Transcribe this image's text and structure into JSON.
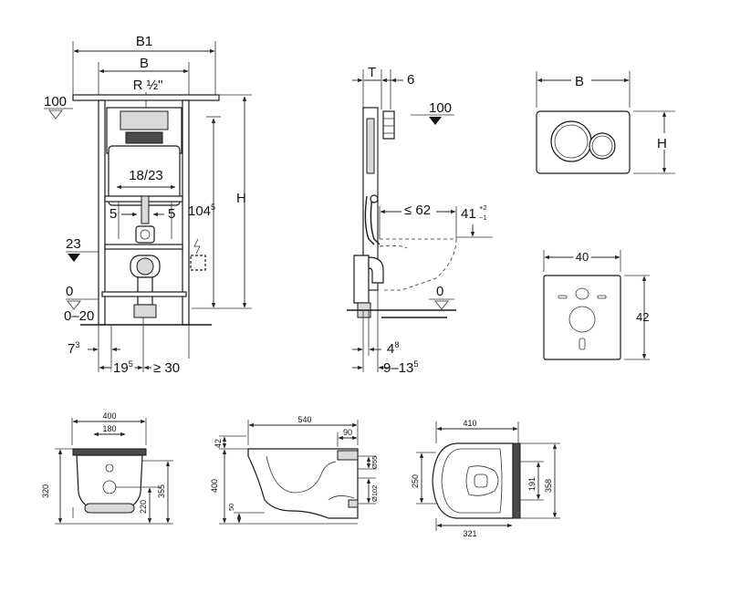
{
  "front_view": {
    "b1": "B1",
    "b": "B",
    "thread": "R ½\"",
    "level_top": "100",
    "level_23": "23",
    "level_0": "0",
    "range_0_20": "0–20",
    "spacing": "18/23",
    "left_5": "5",
    "right_5": "5",
    "h": "H",
    "height_104": "104",
    "height_104_sup": "5",
    "left_7": "7",
    "left_7_sup": "3",
    "depth_19": "19",
    "depth_19_sup": "5",
    "ge30": "≥ 30"
  },
  "side_view": {
    "t": "T",
    "six": "6",
    "level_100": "100",
    "le62": "≤ 62",
    "dim41": "41",
    "dim41_plus": "+2",
    "dim41_minus": "−1",
    "level_0": "0",
    "dim4": "4",
    "dim4_sup": "8",
    "dim9_13": "9–13",
    "dim9_13_sup": "5"
  },
  "flush_plate": {
    "b": "B",
    "h": "H"
  },
  "wall_plate": {
    "w40": "40",
    "h42": "42"
  },
  "bowl_front": {
    "w400": "400",
    "w180": "180",
    "h320": "320",
    "h220": "220",
    "h355": "355"
  },
  "bowl_side": {
    "w540": "540",
    "w90": "90",
    "h42": "42",
    "h400": "400",
    "h50": "50",
    "d55": "Ø55",
    "d102": "Ø102"
  },
  "bowl_top": {
    "w410": "410",
    "w321": "321",
    "h250": "250",
    "h191": "191",
    "h358": "358"
  }
}
